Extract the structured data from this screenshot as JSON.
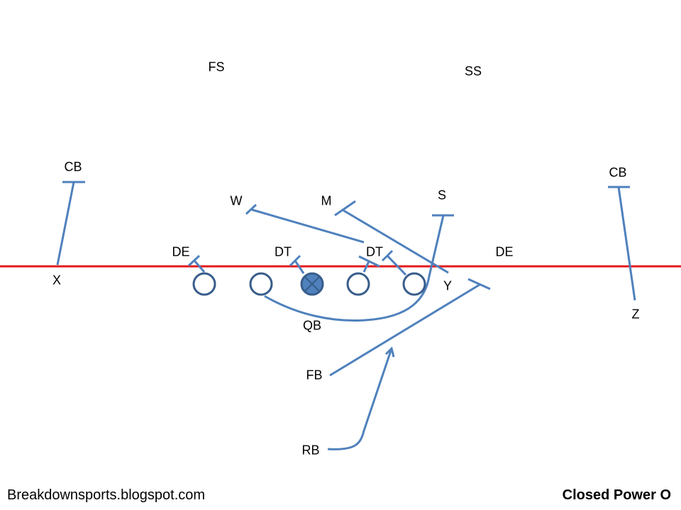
{
  "diagram": {
    "title": "Closed Power O",
    "source": "Breakdownsports.blogspot.com",
    "colors": {
      "line_of_scrimmage": "#e31a1c",
      "route": "#4f81bd",
      "player_outline": "#385d8a",
      "center_fill": "#4f81bd"
    },
    "labels": {
      "fs": "FS",
      "ss": "SS",
      "cb_left": "CB",
      "cb_right": "CB",
      "w": "W",
      "m": "M",
      "s": "S",
      "de_left": "DE",
      "dt_left": "DT",
      "dt_right": "DT",
      "de_right": "DE",
      "x": "X",
      "y": "Y",
      "z": "Z",
      "qb": "QB",
      "fb": "FB",
      "rb": "RB"
    }
  }
}
